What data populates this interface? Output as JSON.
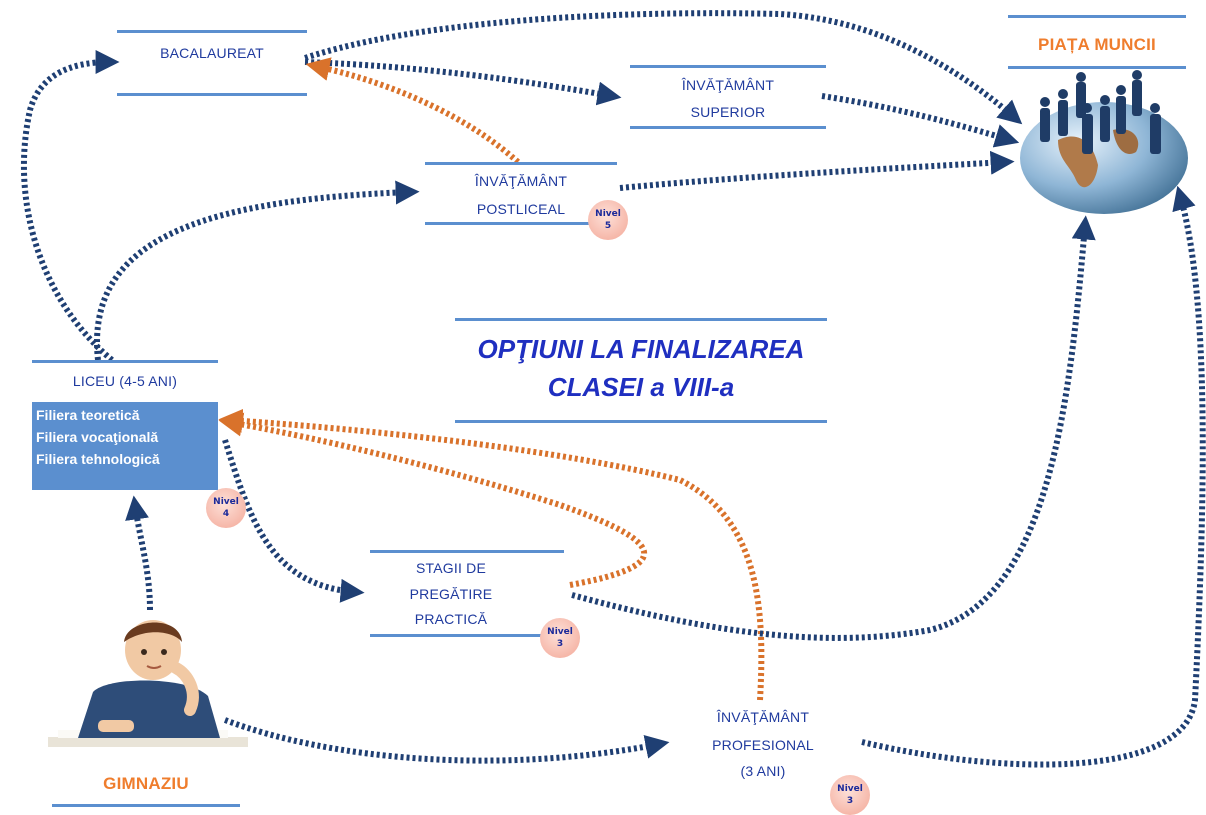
{
  "title": {
    "line1": "OPŢIUNI LA FINALIZAREA",
    "line2": "CLASEI a VIII-a"
  },
  "nodes": {
    "bacalaureat": "BACALAUREAT",
    "superior": {
      "line1": "ÎNVĂŢĂMÂNT",
      "line2": "SUPERIOR"
    },
    "postliceal": {
      "line1": "ÎNVĂŢĂMÂNT",
      "line2": "POSTLICEAL"
    },
    "piata": "PIAȚA MUNCII",
    "liceu": "LICEU (4-5 ANI)",
    "filiere": [
      "Filiera teoretică",
      "Filiera vocaţională",
      "Filiera tehnologică"
    ],
    "stagii": {
      "line1": "STAGII DE",
      "line2": "PREGĂTIRE",
      "line3": "PRACTICĂ"
    },
    "profesional": {
      "line1": "ÎNVĂŢĂMÂNT",
      "line2": "PROFESIONAL",
      "line3": "(3 ANI)"
    },
    "gimnaziu": "GIMNAZIU"
  },
  "badges": {
    "postliceal": {
      "word": "Nivel",
      "level": "5"
    },
    "liceu": {
      "word": "Nivel",
      "level": "4"
    },
    "stagii": {
      "word": "Nivel",
      "level": "3"
    },
    "profesional": {
      "word": "Nivel",
      "level": "3"
    }
  },
  "colors": {
    "navy_arrow": "#1f3f73",
    "orange_arrow": "#d9722b",
    "rule_blue": "#5b8fcf",
    "label_blue": "#1f3a9e",
    "accent_orange": "#ef7d2d"
  },
  "icons": {
    "market": "globe-with-business-people-icon",
    "student": "thinking-student-icon"
  }
}
